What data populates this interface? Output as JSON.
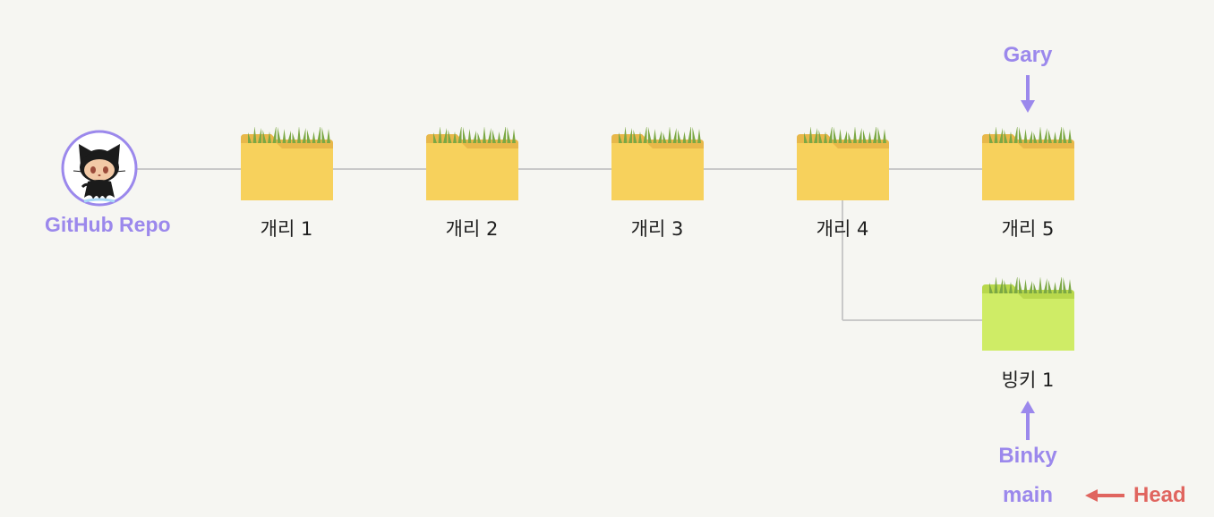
{
  "repo": {
    "label": "GitHub Repo"
  },
  "commits": [
    {
      "id": "c1",
      "label": "개리 1",
      "kind": "main"
    },
    {
      "id": "c2",
      "label": "개리 2",
      "kind": "main"
    },
    {
      "id": "c3",
      "label": "개리 3",
      "kind": "main"
    },
    {
      "id": "c4",
      "label": "개리 4",
      "kind": "main"
    },
    {
      "id": "c5",
      "label": "개리 5",
      "kind": "main"
    },
    {
      "id": "b1",
      "label": "빙키 1",
      "kind": "branch"
    }
  ],
  "branches": {
    "gary": "Gary",
    "binky": "Binky",
    "main": "main"
  },
  "head": {
    "label": "Head"
  },
  "colors": {
    "pointer": "#9b88ec",
    "head": "#e0655f",
    "folder_main": "#f7d15c",
    "folder_main_back": "#e8b84a",
    "folder_branch": "#cfec66",
    "folder_branch_back": "#b8d84c",
    "line": "#c9c9c9",
    "grass": "#7ba844"
  }
}
